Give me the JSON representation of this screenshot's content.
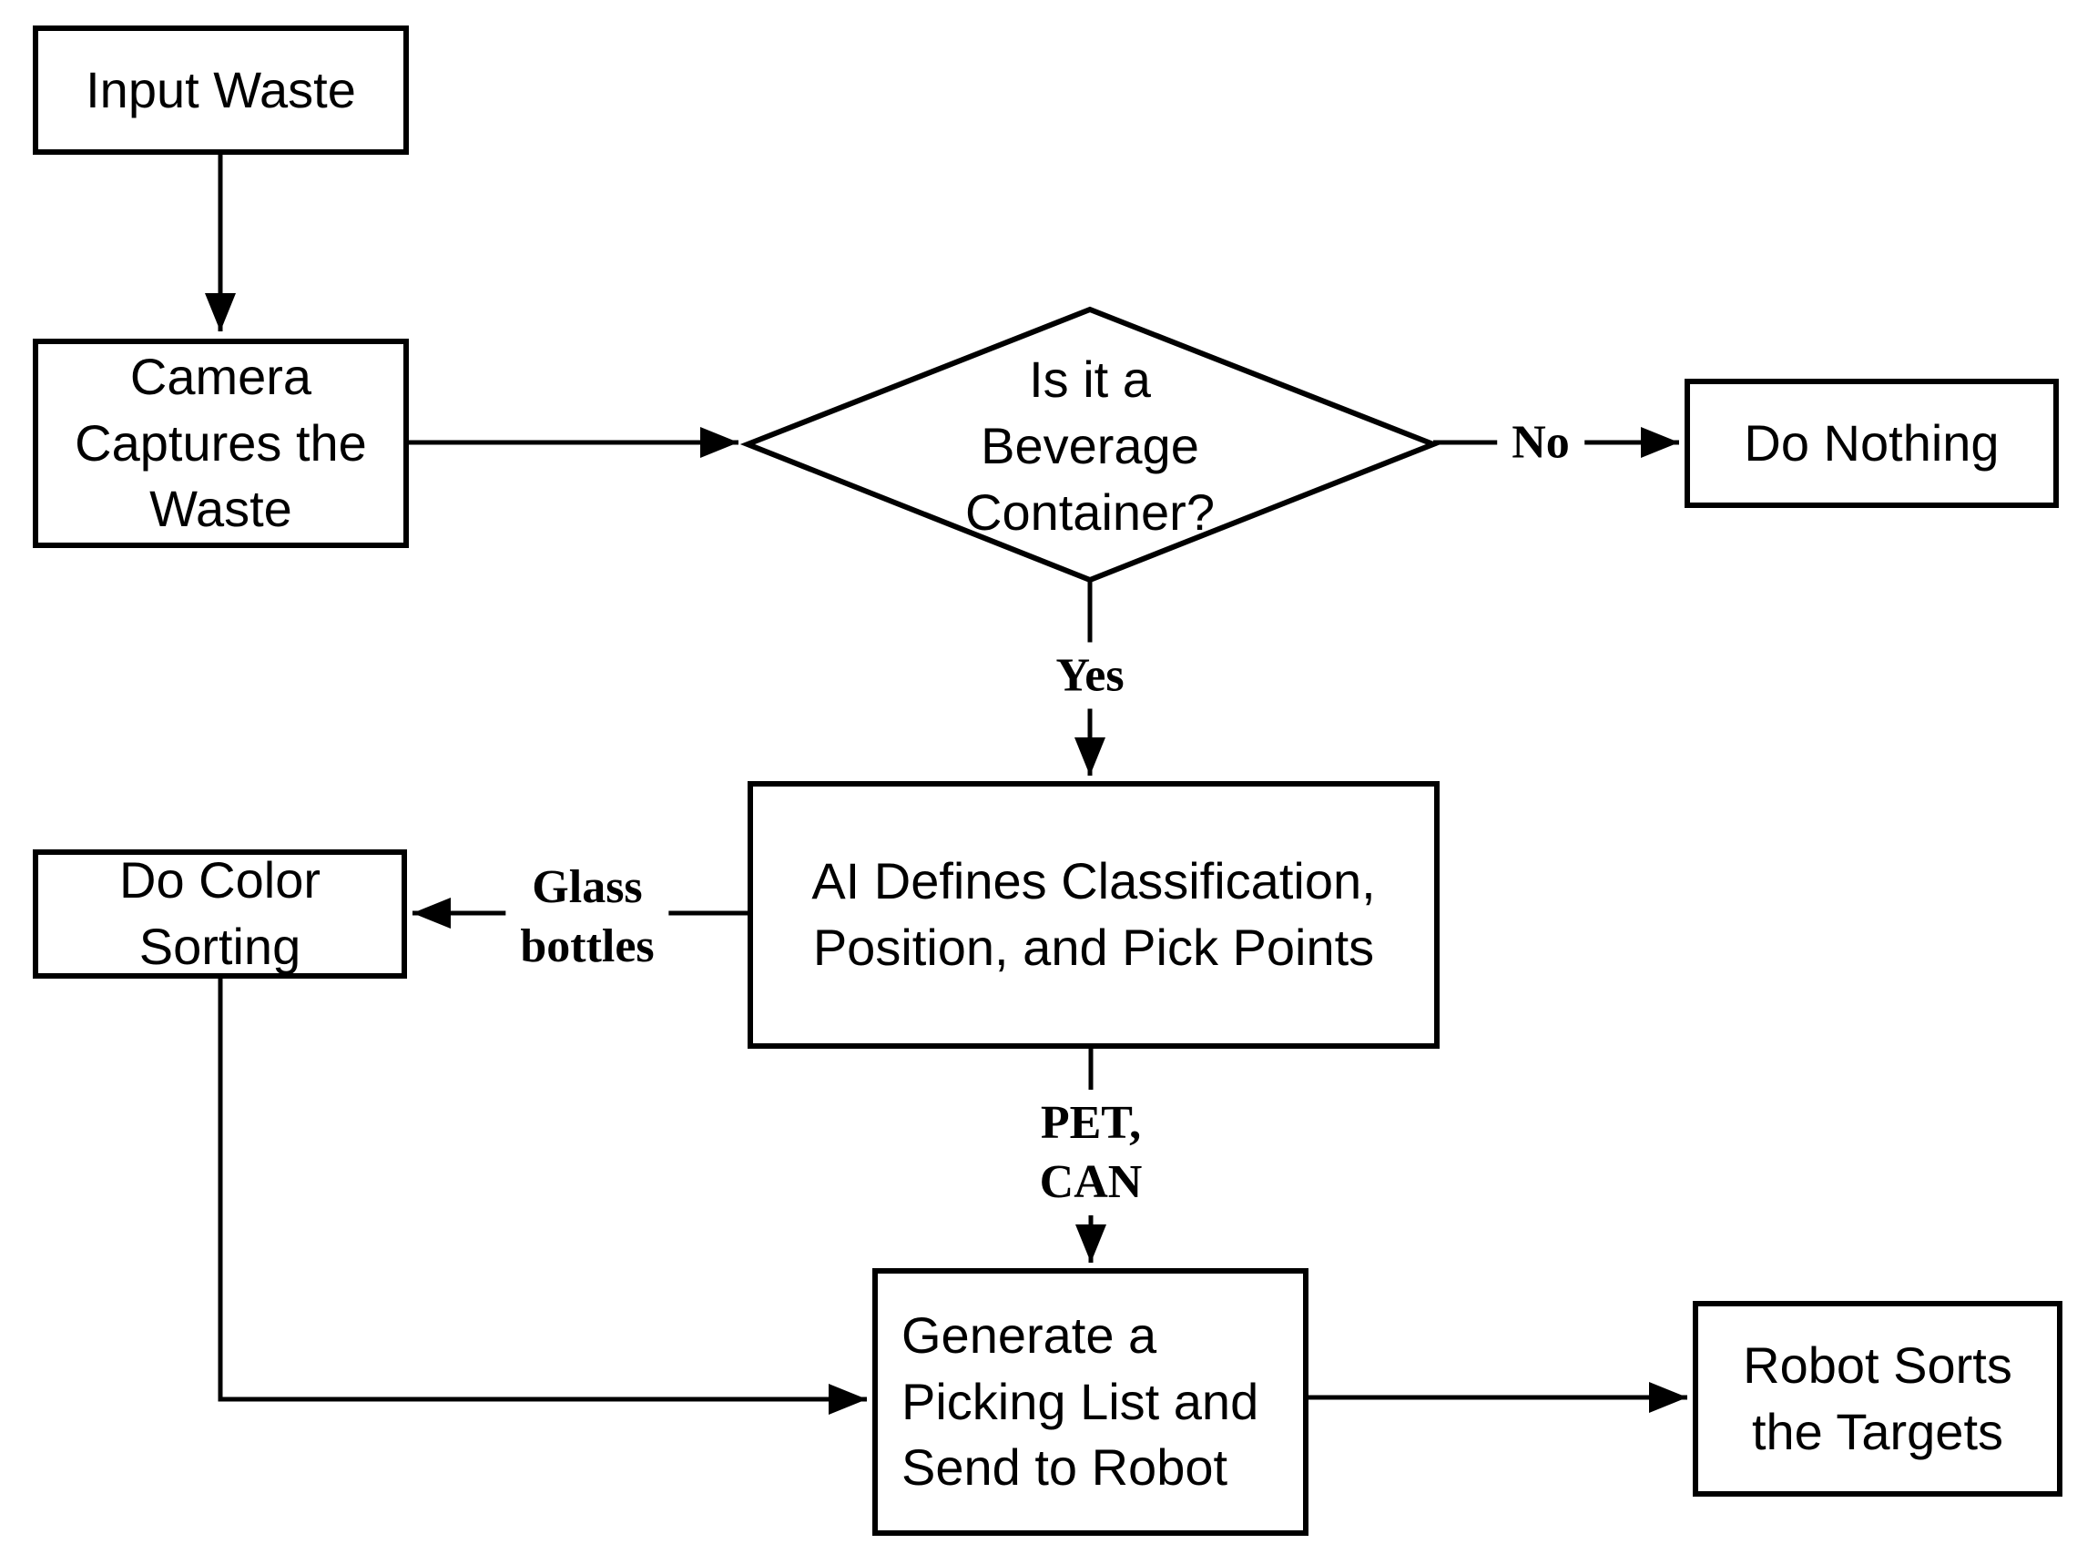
{
  "diagram": {
    "title": "waste-sorting-flowchart",
    "colors": {
      "background": "#ffffff",
      "stroke": "#000000",
      "text": "#000000"
    },
    "nodes": {
      "input_waste": {
        "label": "Input Waste",
        "shape": "rect"
      },
      "camera": {
        "label": "Camera\nCaptures the\nWaste",
        "shape": "rect"
      },
      "beverage_decision": {
        "label": "Is it a\nBeverage\nContainer?",
        "shape": "diamond"
      },
      "do_nothing": {
        "label": "Do Nothing",
        "shape": "rect"
      },
      "ai_defines": {
        "label": "AI Defines Classification,\nPosition, and Pick Points",
        "shape": "rect"
      },
      "do_color_sorting": {
        "label": "Do Color\nSorting",
        "shape": "rect"
      },
      "generate_picking_list": {
        "label": "Generate a\nPicking List and\nSend to Robot",
        "shape": "rect"
      },
      "robot_sorts": {
        "label": "Robot Sorts\nthe Targets",
        "shape": "rect"
      }
    },
    "edge_labels": {
      "no": "No",
      "yes": "Yes",
      "glass_bottles": "Glass\nbottles",
      "pet_can": "PET,\nCAN"
    }
  }
}
